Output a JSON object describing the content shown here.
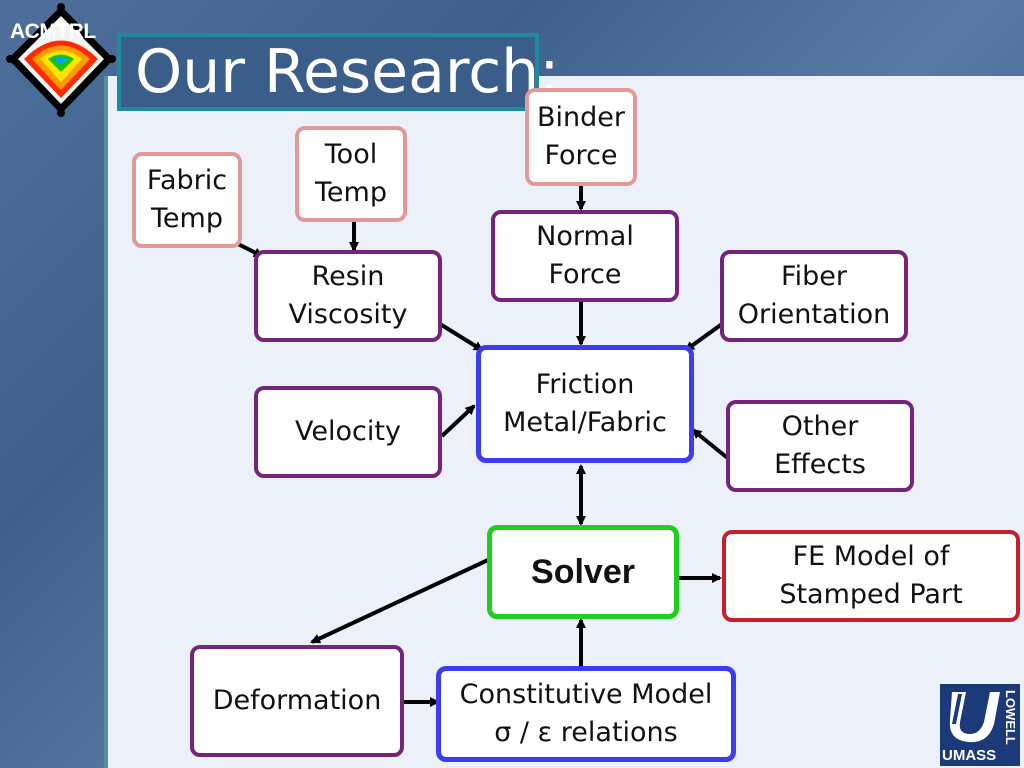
{
  "header": {
    "title": "Our Research:",
    "logo_text": "ACMTRL"
  },
  "nodes": {
    "fabric_temp": "Fabric\nTemp",
    "tool_temp": "Tool\nTemp",
    "binder_force": "Binder\nForce",
    "resin_viscosity": "Resin\nViscosity",
    "normal_force": "Normal\nForce",
    "fiber_orientation": "Fiber\nOrientation",
    "friction": "Friction\nMetal/Fabric",
    "velocity": "Velocity",
    "other_effects": "Other\nEffects",
    "solver": "Solver",
    "fe_model": "FE Model of\nStamped Part",
    "deformation": "Deformation",
    "constitutive_model": "Constitutive Model\nσ / ε relations"
  },
  "footer": {
    "umass_label": "UMASS",
    "lowell_label": "LOWELL"
  },
  "colors": {
    "pink_border": "#e29a98",
    "purple_border": "#74247a",
    "blue_border": "#3d3df0",
    "green_border": "#1fcf1f",
    "red_border": "#c41f2a",
    "title_bg": "#3b5d8a"
  }
}
